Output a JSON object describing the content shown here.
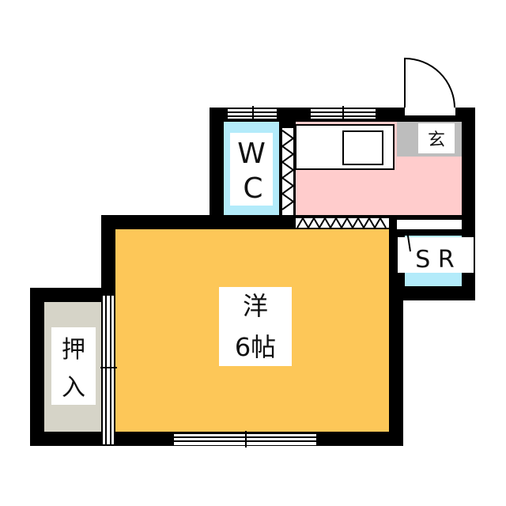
{
  "floorplan": {
    "title": "1K floor plan",
    "colors": {
      "wall": "#000000",
      "western_room": "#fdc758",
      "kitchen": "#ffcccc",
      "wc": "#b3ebfa",
      "storage_room": "#b3ebfa",
      "closet": "#d6d4c8",
      "entrance": "#bdbdbd",
      "label_bg": "#ffffff"
    },
    "rooms": {
      "western": {
        "line1": "洋",
        "line2": "6帖"
      },
      "wc": {
        "line1": "W",
        "line2": "C"
      },
      "entrance": {
        "label": "玄"
      },
      "storage": {
        "label": "S R"
      },
      "closet": {
        "line1": "押",
        "line2": "入"
      },
      "kitchen": {
        "label": ""
      }
    }
  }
}
